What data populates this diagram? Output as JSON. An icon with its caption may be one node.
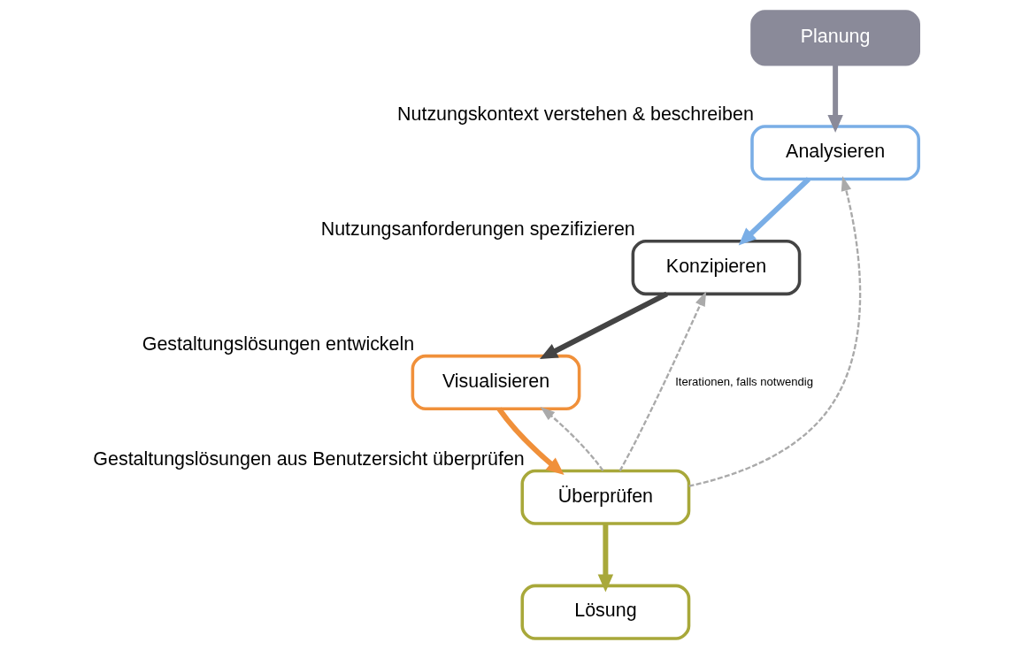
{
  "diagram": {
    "nodes": [
      {
        "text": [
          "Planung"
        ]
      },
      {
        "text": [
          "Analysieren"
        ],
        "beside": [
          "Nutzungskontext verstehen & beschreiben"
        ]
      },
      {
        "text": [
          "Konzipieren"
        ],
        "beside": [
          "Nutzungsanforderungen spezifizieren"
        ]
      },
      {
        "text": [
          "Visualisieren"
        ],
        "beside": [
          "Gestaltungslösungen entwickeln"
        ]
      },
      {
        "text": [
          "Überprüfen"
        ],
        "beside": [
          "Gestaltungslösungen aus Benutzersicht überprüfen"
        ]
      },
      {
        "text": [
          "Lösung"
        ]
      }
    ],
    "edges": [
      {
        "from": 0,
        "to": 1,
        "arrow": "to",
        "color": "#8a8a99"
      },
      {
        "from": 1,
        "to": 2,
        "arrow": "to",
        "color": "#7aaee6"
      },
      {
        "from": 2,
        "to": 3,
        "arrow": "to",
        "color": "#444444"
      },
      {
        "from": 3,
        "to": 4,
        "arrow": "to",
        "color": "#f0903a"
      },
      {
        "from": 4,
        "to": 5,
        "arrow": "to",
        "color": "#a8a83a"
      },
      {
        "from": 4,
        "to": 1,
        "arrow": "to",
        "style": "dashed"
      },
      {
        "from": 4,
        "to": 2,
        "arrow": "to",
        "style": "dashed",
        "label": "Iterationen, falls notwendig"
      },
      {
        "from": 4,
        "to": 3,
        "arrow": "to",
        "style": "dashed"
      }
    ]
  }
}
